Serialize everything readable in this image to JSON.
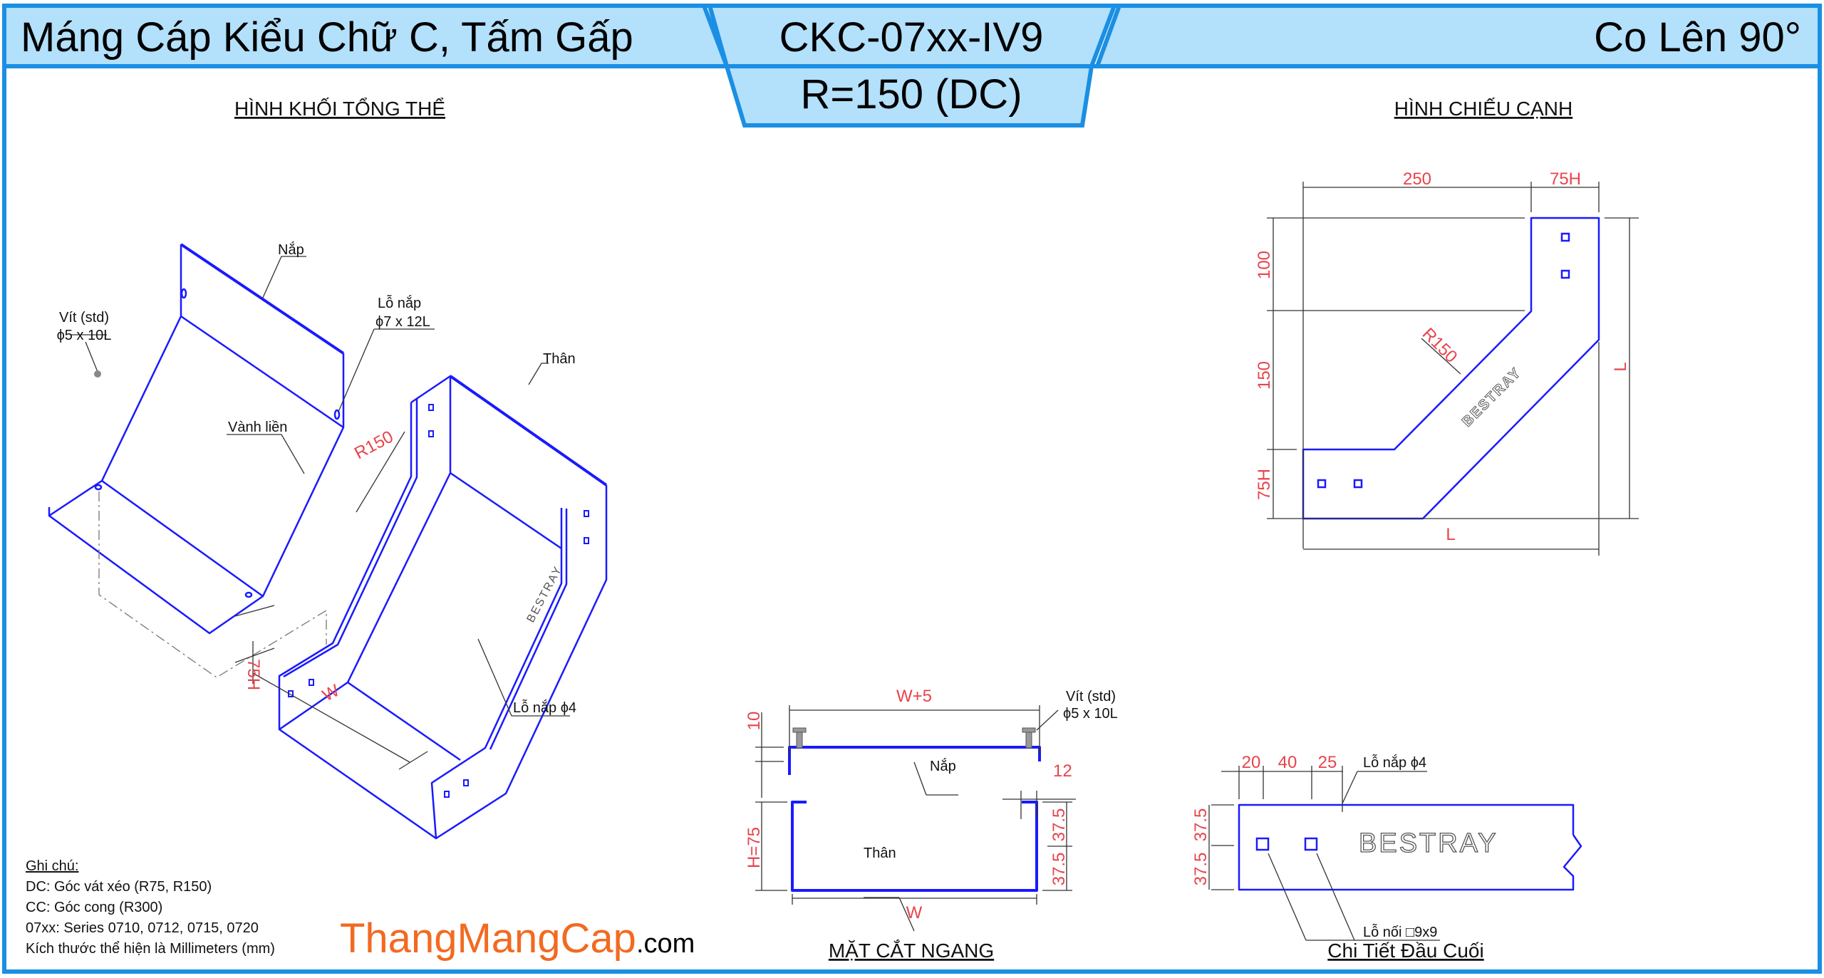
{
  "header": {
    "product_type": "Máng Cáp Kiểu Chữ C, Tấm Gấp",
    "code": "CKC-07xx-IV9",
    "radius": "R=150 (DC)",
    "fitting": "Co Lên 90°"
  },
  "isometric_view": {
    "title": "HÌNH KHỐI TỔNG THỂ",
    "labels": {
      "cover": "Nắp",
      "screw_line1": "Vít (std)",
      "screw_line2": "ϕ5 x 10L",
      "cover_hole_line1": "Lỗ nắp",
      "cover_hole_line2": "ϕ7 x 12L",
      "body": "Thân",
      "rim": "Vành liền",
      "radius": "R150",
      "height": "75H",
      "width": "W",
      "cover_hole_small": "Lỗ nắp ϕ4",
      "brand": "BESTRAY"
    }
  },
  "side_view": {
    "title": "HÌNH CHIẾU CẠNH",
    "dims": {
      "top_len": "250",
      "top_flange": "75H",
      "v1": "100",
      "v2": "150",
      "v3": "75H",
      "right": "L",
      "bottom": "L",
      "radius": "R150"
    },
    "brand": "BESTRAY"
  },
  "cross_section": {
    "title": "MẶT CẮT NGANG",
    "dims": {
      "cover_width": "W+5",
      "width": "W",
      "height": "H=75",
      "gap": "10",
      "flange": "12",
      "half1": "37.5",
      "half2": "37.5"
    },
    "labels": {
      "screw_line1": "Vít (std)",
      "screw_line2": "ϕ5 x 10L",
      "cover": "Nắp",
      "body": "Thân"
    }
  },
  "end_detail": {
    "title": "Chi Tiết Đầu Cuối",
    "dims": {
      "d1": "20",
      "d2": "40",
      "d3": "25",
      "h1": "37.5",
      "h2": "37.5"
    },
    "labels": {
      "cover_hole": "Lỗ nắp ϕ4",
      "joint_hole": "Lỗ nối □9x9"
    },
    "brand": "BESTRAY"
  },
  "notes": {
    "heading": "Ghi chú:",
    "lines": [
      "DC: Góc vát xéo (R75, R150)",
      "CC: Góc cong (R300)",
      "07xx: Series 0710, 0712, 0715, 0720",
      "Kích thước thể hiện là Millimeters (mm)"
    ]
  },
  "watermark": {
    "name": "ThangMangCap",
    "suffix": ".com"
  },
  "colors": {
    "header_fill": "#b3e0fb",
    "frame": "#1a8fe3",
    "line": "#1a1aff",
    "dimension": "#e8434a",
    "brand_orange": "#f26a21"
  }
}
